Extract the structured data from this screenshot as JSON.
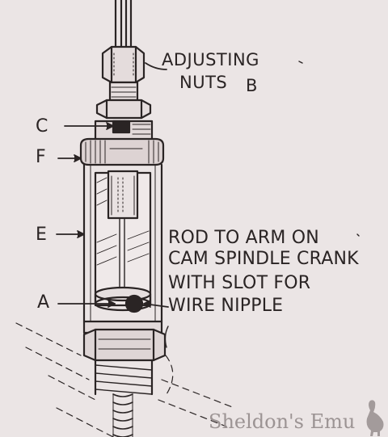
{
  "labels": {
    "adjusting_nuts_line1": "ADJUSTING",
    "adjusting_nuts_line2": "NUTS",
    "adjusting_nuts_b": "B",
    "c": "C",
    "f": "F",
    "e": "E",
    "a": "A",
    "rod_callout": [
      "ROD TO ARM ON",
      "CAM SPINDLE CRANK",
      "WITH SLOT FOR",
      "WIRE NIPPLE"
    ]
  },
  "watermark": "Sheldon's Emu",
  "colors": {
    "paper": "#ebe5e5",
    "ink": "#2a2424",
    "watermark": "#9c9494"
  }
}
